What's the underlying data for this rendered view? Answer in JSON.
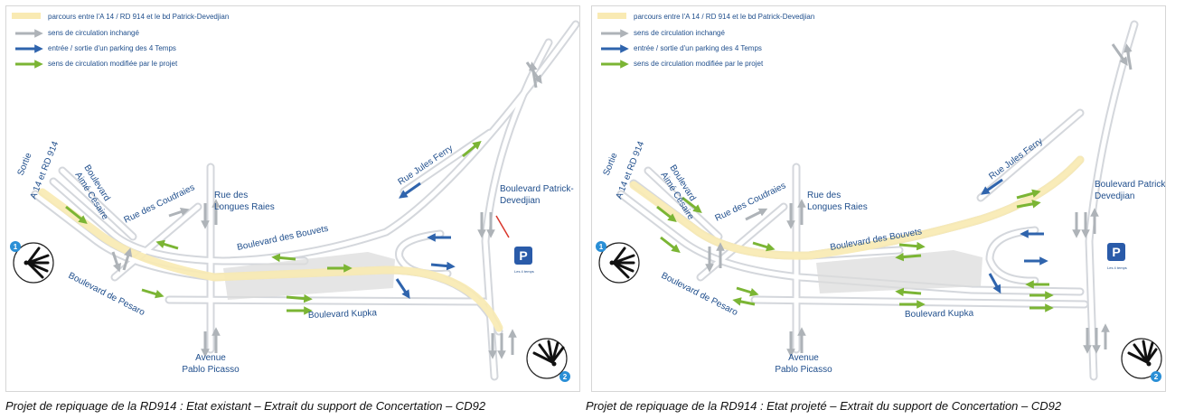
{
  "colors": {
    "road": "#d4d7dc",
    "route": "#f9eab3",
    "arrow_grey": "#aeb3b8",
    "arrow_blue": "#2f64ad",
    "arrow_green": "#7bb534",
    "text_blue": "#1f4e8c",
    "parking_blue": "#2a5ba9"
  },
  "legend": {
    "route": "parcours entre l'A 14 / RD 914 et le bd Patrick-Devedjian",
    "unchanged": "sens de circulation inchangé",
    "parking": "entrée / sortie d'un parking des 4 Temps",
    "modified": "sens de circulation modifiée par le projet"
  },
  "labels": {
    "sortie_l1": "Sortie",
    "sortie_l2": "A 14 et RD 914",
    "aime_l1": "Boulevard",
    "aime_l2": "Aimé Césaire",
    "coudraies": "Rue des Coudraies",
    "longues_l1": "Rue des",
    "longues_l2": "Longues Raies",
    "bouvets": "Boulevard des Bouvets",
    "jules_ferry": "Rue Jules Ferry",
    "patrick_l1": "Boulevard Patrick-",
    "patrick_l2": "Devedjian",
    "pesaro": "Boulevard de Pesaro",
    "kupka": "Boulevard Kupka",
    "picasso_l1": "Avenue",
    "picasso_l2": "Pablo Picasso",
    "parking_letter": "P",
    "parking_caption": "Les 4 temps",
    "viewpoint_1": "1",
    "viewpoint_2": "2"
  },
  "captions": {
    "left": "Projet de repiquage de la RD914 : Etat existant – Extrait du support de Concertation – CD92",
    "right": "Projet de repiquage de la RD914 : Etat projeté – Extrait du support de Concertation – CD92"
  }
}
